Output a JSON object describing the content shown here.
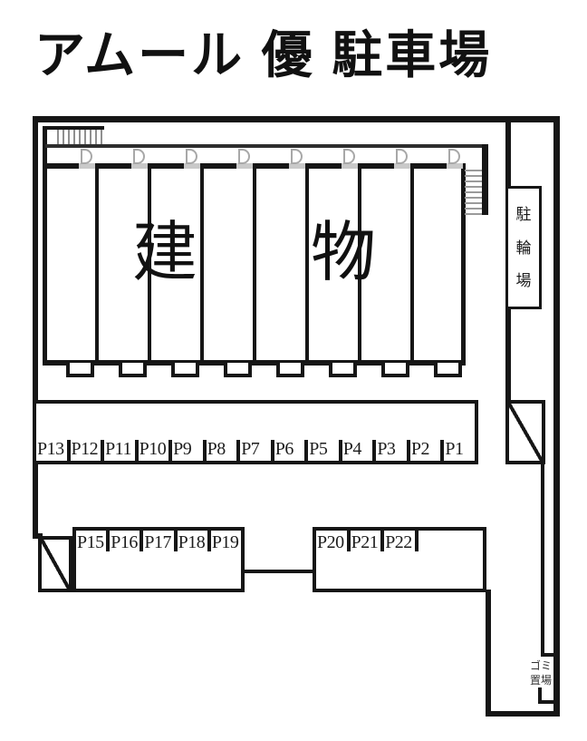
{
  "title": "アムール 優 駐車場",
  "building": {
    "label_left": "建",
    "label_right": "物"
  },
  "bicycle_parking": {
    "char1": "駐",
    "char2": "輪",
    "char3": "場"
  },
  "garbage_area": {
    "line1": "ゴミ",
    "line2": "置場"
  },
  "parking_row1": [
    "P13",
    "P12",
    "P11",
    "P10",
    "P9",
    "P8",
    "P7",
    "P6",
    "P5",
    "P4",
    "P3",
    "P2",
    "P1"
  ],
  "parking_row2_left": [
    "P15",
    "P16",
    "P17",
    "P18",
    "P19"
  ],
  "parking_row2_right": [
    "P20",
    "P21",
    "P22"
  ],
  "colors": {
    "line": "#161616",
    "door_gray": "#a8a8a8",
    "hatch_gray": "#9a9a9a"
  }
}
